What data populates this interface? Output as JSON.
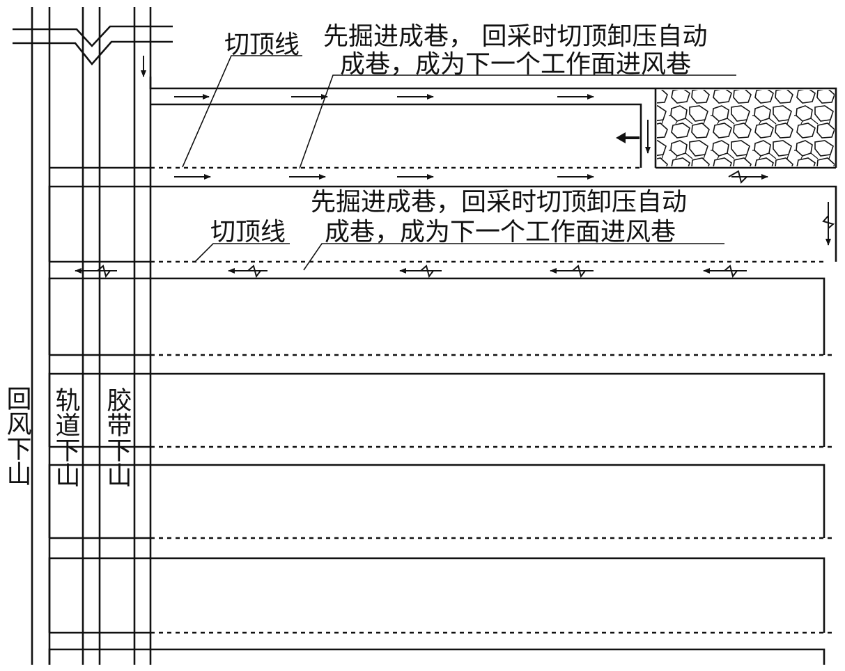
{
  "labels": {
    "cut_line": "切顶线",
    "note_line1": "先掘进成巷， 回采时切顶卸压自动",
    "note_line2": "成巷，成为下一个工作面进风巷",
    "note_b_line1": "先掘进成巷，回采时切顶卸压自动",
    "note_b_line2": "成巷，成为下一个工作面进风巷",
    "return_decline": "回风下山",
    "track_decline": "轨道下山",
    "belt_decline": "胶带下山"
  },
  "colors": {
    "line": "#111111",
    "background": "#ffffff"
  }
}
